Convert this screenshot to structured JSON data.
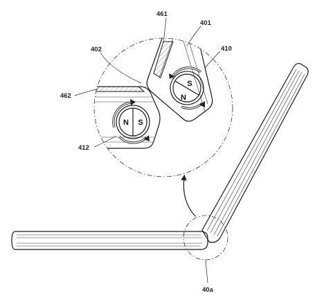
{
  "labels": {
    "ref_461": "461",
    "ref_401": "401",
    "ref_402": "402",
    "ref_410": "410",
    "ref_462": "462",
    "ref_412": "412",
    "ref_40a": "40a"
  },
  "magnet_upper": {
    "pole_top": "S",
    "pole_bottom": "N"
  },
  "magnet_lower": {
    "pole_left": "N",
    "pole_right": "S"
  }
}
